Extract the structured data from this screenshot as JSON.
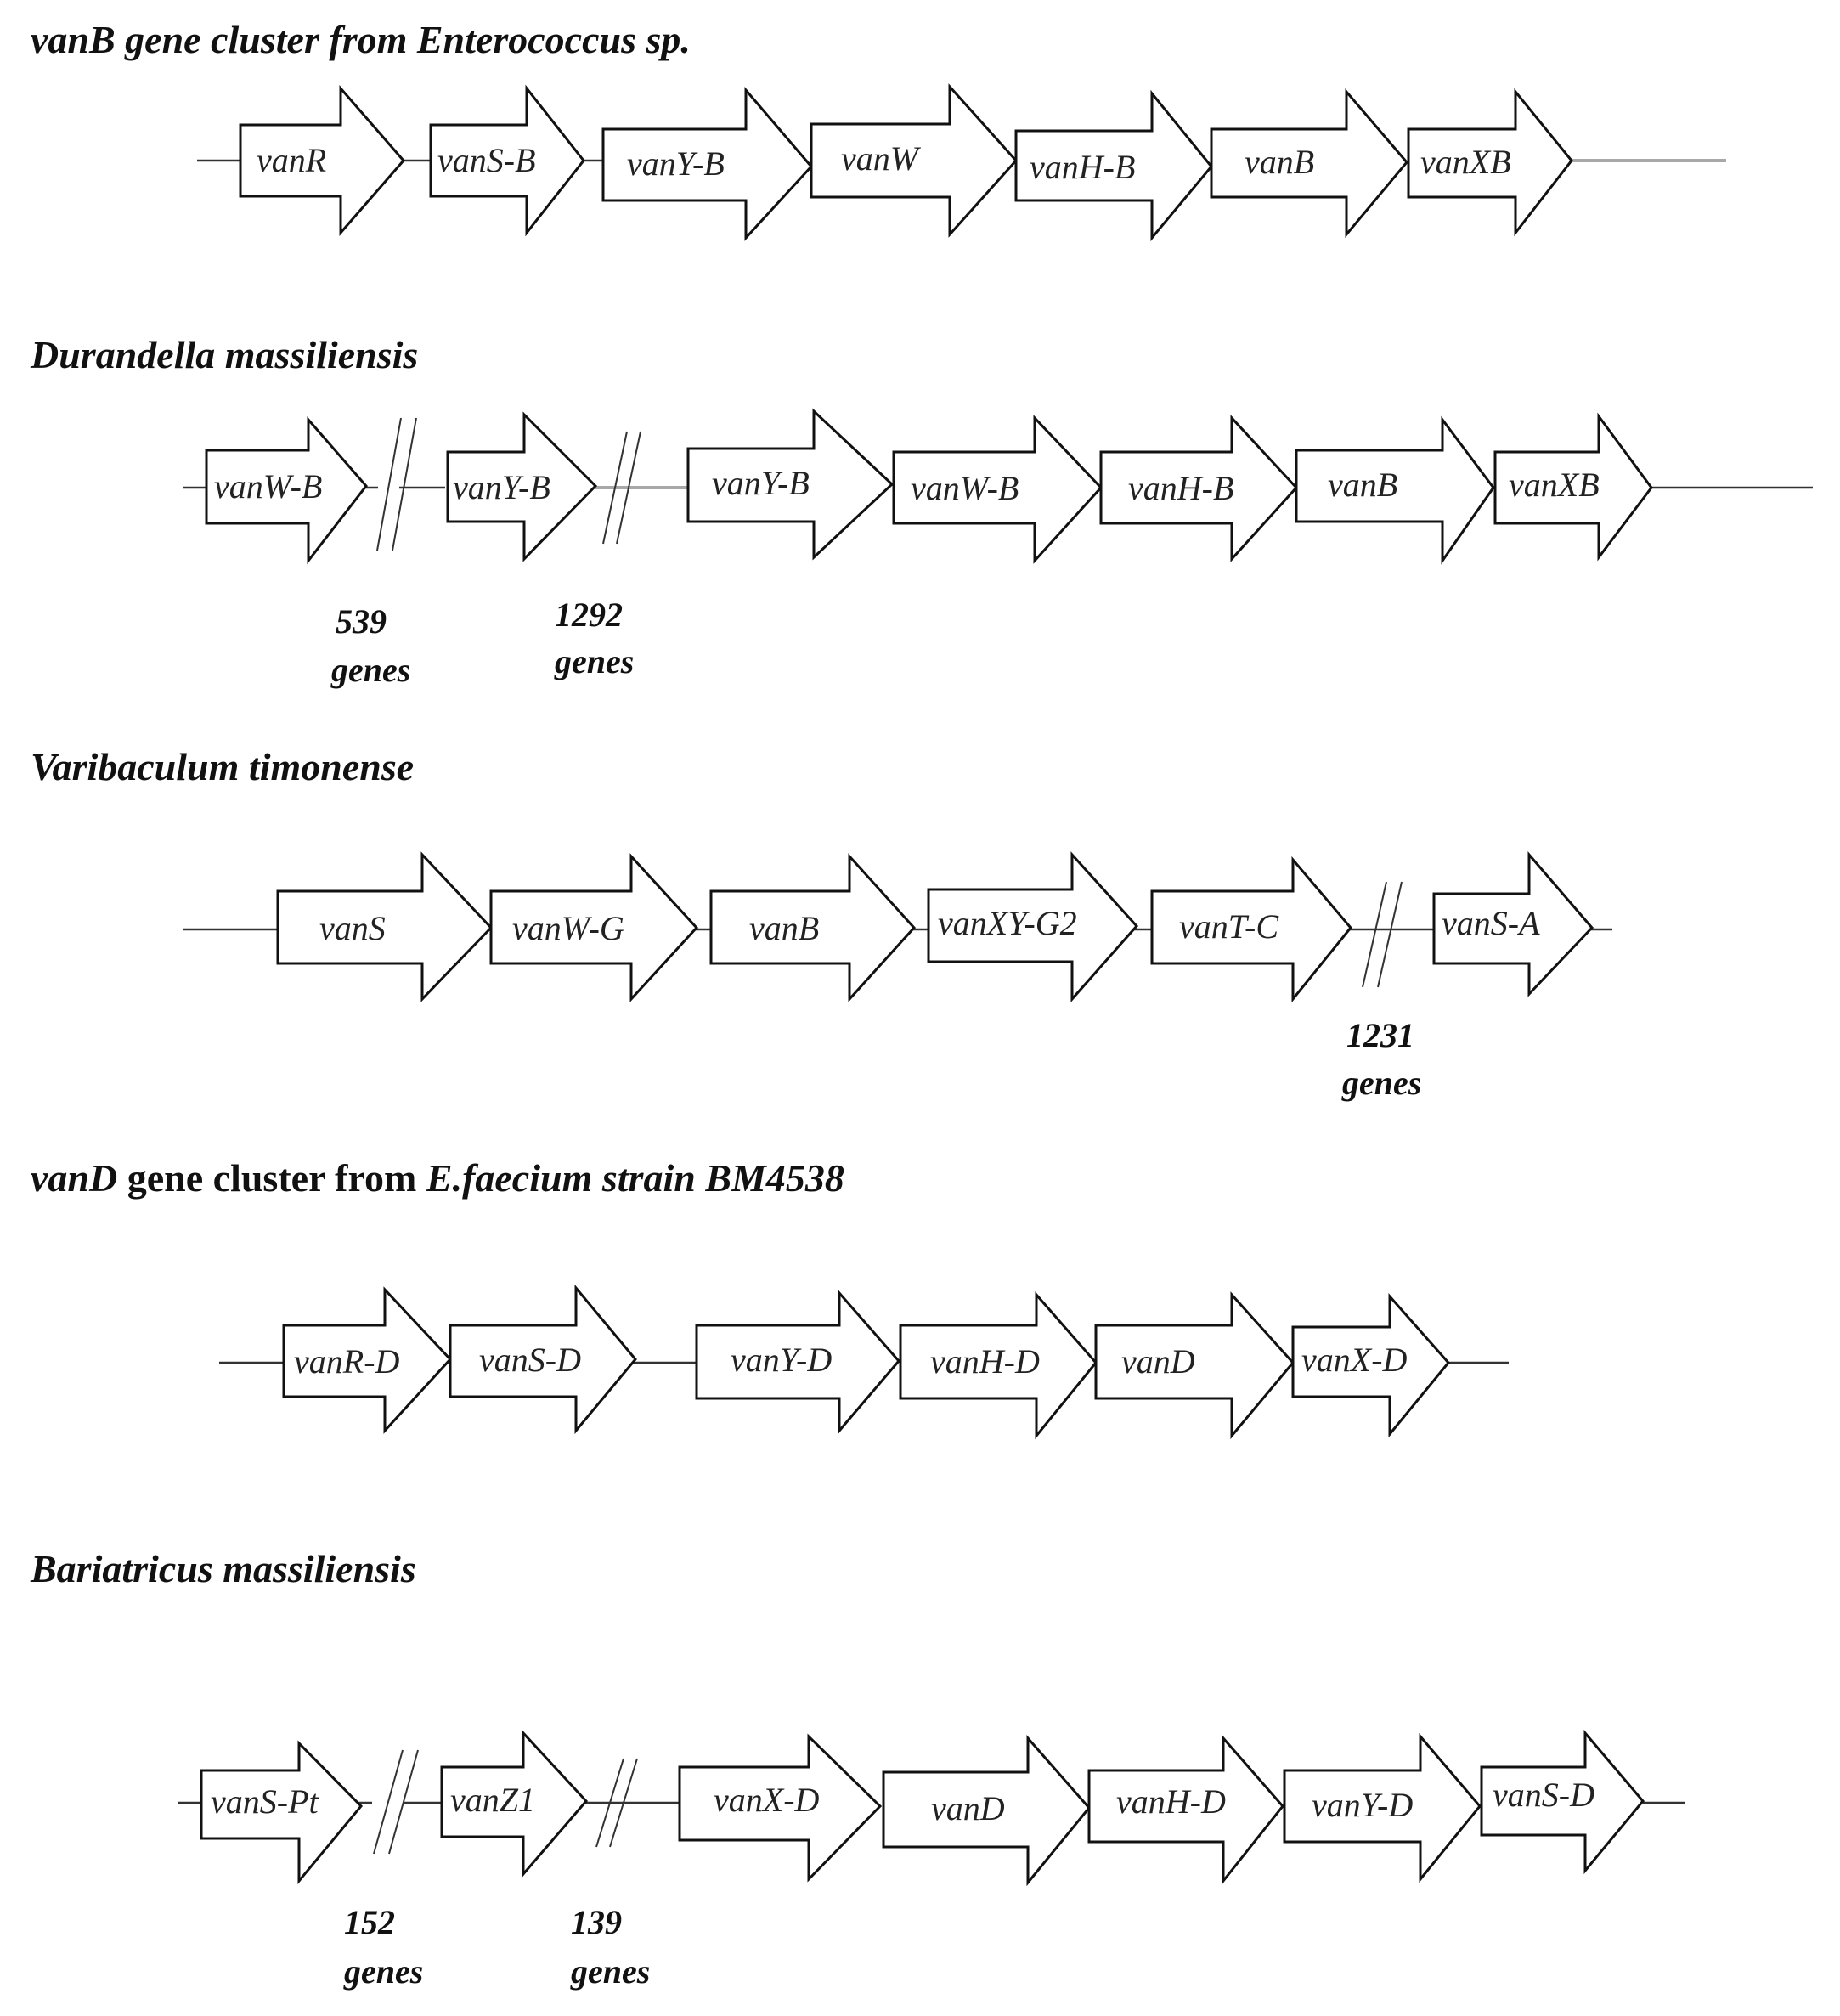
{
  "panels": [
    {
      "title": [
        {
          "text": "vanB gene cluster from Enterococcus sp.",
          "italic": true
        }
      ],
      "genes": [
        "vanR",
        "vanS-B",
        "vanY-B",
        "vanW",
        "vanH-B",
        "vanB",
        "vanXB"
      ],
      "gaps": []
    },
    {
      "title": [
        {
          "text": "Durandella massiliensis",
          "italic": true
        }
      ],
      "genes": [
        "vanW-B",
        "vanY-B",
        "vanY-B",
        "vanW-B",
        "vanH-B",
        "vanB",
        "vanXB"
      ],
      "gaps": [
        {
          "count": "539",
          "unit": "genes"
        },
        {
          "count": "1292",
          "unit": "genes"
        }
      ]
    },
    {
      "title": [
        {
          "text": "Varibaculum timonense",
          "italic": true
        }
      ],
      "genes": [
        "vanS",
        "vanW-G",
        "vanB",
        "vanXY-G2",
        "vanT-C",
        "vanS-A"
      ],
      "gaps": [
        {
          "count": "1231",
          "unit": "genes"
        }
      ]
    },
    {
      "title": [
        {
          "text": "vanD",
          "italic": true
        },
        {
          "text": " gene cluster from ",
          "italic": false
        },
        {
          "text": "E.faecium strain BM4538",
          "italic": true
        }
      ],
      "genes": [
        "vanR-D",
        "vanS-D",
        "vanY-D",
        "vanH-D",
        "vanD",
        "vanX-D"
      ],
      "gaps": []
    },
    {
      "title": [
        {
          "text": "Bariatricus massiliensis",
          "italic": true
        }
      ],
      "genes": [
        "vanS-Pt",
        "vanZ1",
        "vanX-D",
        "vanD",
        "vanH-D",
        "vanY-D",
        "vanS-D"
      ],
      "gaps": [
        {
          "count": "152",
          "unit": "genes"
        },
        {
          "count": "139",
          "unit": "genes"
        }
      ]
    }
  ],
  "colors": {
    "background": "#ffffff",
    "outline": "#111111",
    "backbone": "#333333",
    "backbone_grey": "#a8a8a8"
  }
}
